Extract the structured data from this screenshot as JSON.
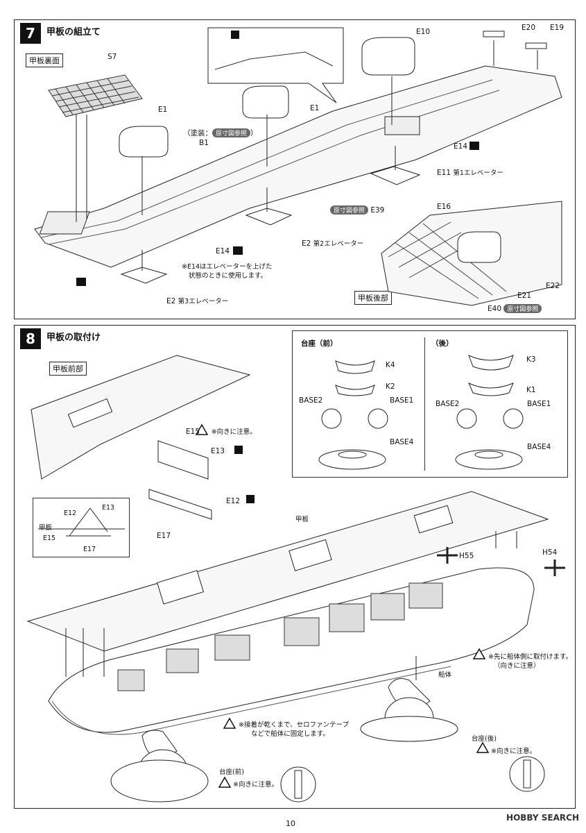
{
  "step7": {
    "number": "7",
    "title": "甲板の組立て",
    "underside_tag": "甲板裏面",
    "rear_tag": "甲板後部",
    "parts": {
      "S7": "S7",
      "E1a": "E1",
      "E1b": "E1",
      "E10": "E10",
      "E20": "E20",
      "E19": "E19",
      "B1": "B1",
      "B1_note_paint": "（塗装：",
      "ref": "原寸図参照",
      "B1_note_close": "）",
      "E14a": "E14",
      "E14b": "E14",
      "E11": "E11",
      "E11_sub": "第1エレベーター",
      "E2a": "E2",
      "E2a_sub": "第2エレベーター",
      "E2b": "E2",
      "E2b_sub": "第3エレベーター",
      "E39": "E39",
      "E16": "E16",
      "E21": "E21",
      "E22": "E22",
      "E40": "E40"
    },
    "note_e14_line1": "※E14はエレベーターを上げた",
    "note_e14_line2": "状態のときに使用します。"
  },
  "step8": {
    "number": "8",
    "title": "甲板の取付け",
    "front_tag": "甲板前部",
    "stand_front": "台座（前）",
    "stand_rear": "（後）",
    "stand_parts": {
      "K4": "K4",
      "K2": "K2",
      "K3": "K3",
      "K1": "K1",
      "BASE2_f": "BASE2",
      "BASE1_f": "BASE1",
      "BASE4_f": "BASE4",
      "BASE2_r": "BASE2",
      "BASE1_r": "BASE1",
      "BASE4_r": "BASE4"
    },
    "parts": {
      "E15": "E15",
      "E15_note": "※向きに注意。",
      "E13": "E13",
      "E12": "E12",
      "E17": "E17",
      "inset_E12": "E12",
      "inset_E13": "E13",
      "inset_deck": "甲板",
      "inset_E15": "E15",
      "inset_E17": "E17",
      "deck": "甲板",
      "H55": "H55",
      "H54": "H54",
      "hull": "船体"
    },
    "note_attach_first_1": "※先に船体側に取付けます。",
    "note_attach_first_2": "（向きに注意）",
    "note_tape_1": "※接着が乾くまで、セロファンテープ",
    "note_tape_2": "などで船体に固定します。",
    "stand_rear_label": "台座(後)",
    "stand_rear_note": "※向きに注意。",
    "stand_front_label": "台座(前)",
    "stand_front_note": "※向きに注意。"
  },
  "page_number": "10",
  "watermark": "HOBBY SEARCH"
}
